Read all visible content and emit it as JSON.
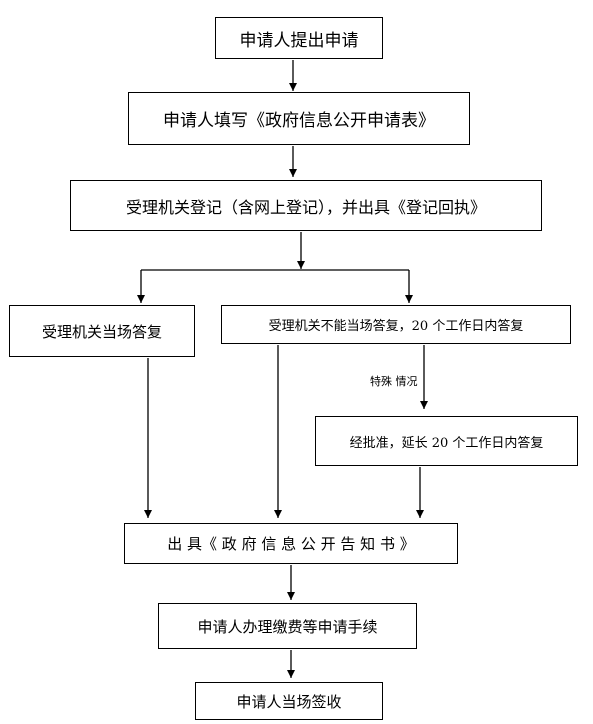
{
  "flowchart": {
    "step_submit": "申请人提出申请",
    "step_fill_form": "申请人填写《政府信息公开申请表》",
    "step_register": "受理机关登记（含网上登记），并出具《登记回执》",
    "branch_immediate": "受理机关当场答复",
    "branch_deferred": "受理机关不能当场答复，20 个工作日内答复",
    "special_case_label": "特殊 情况",
    "step_extension": "经批准，延长 20 个工作日内答复",
    "step_issue_notice": "出 具《 政 府 信 息 公 开 告 知 书 》",
    "step_fee_procedures": "申请人办理缴费等申请手续",
    "step_sign_receipt": "申请人当场签收"
  }
}
